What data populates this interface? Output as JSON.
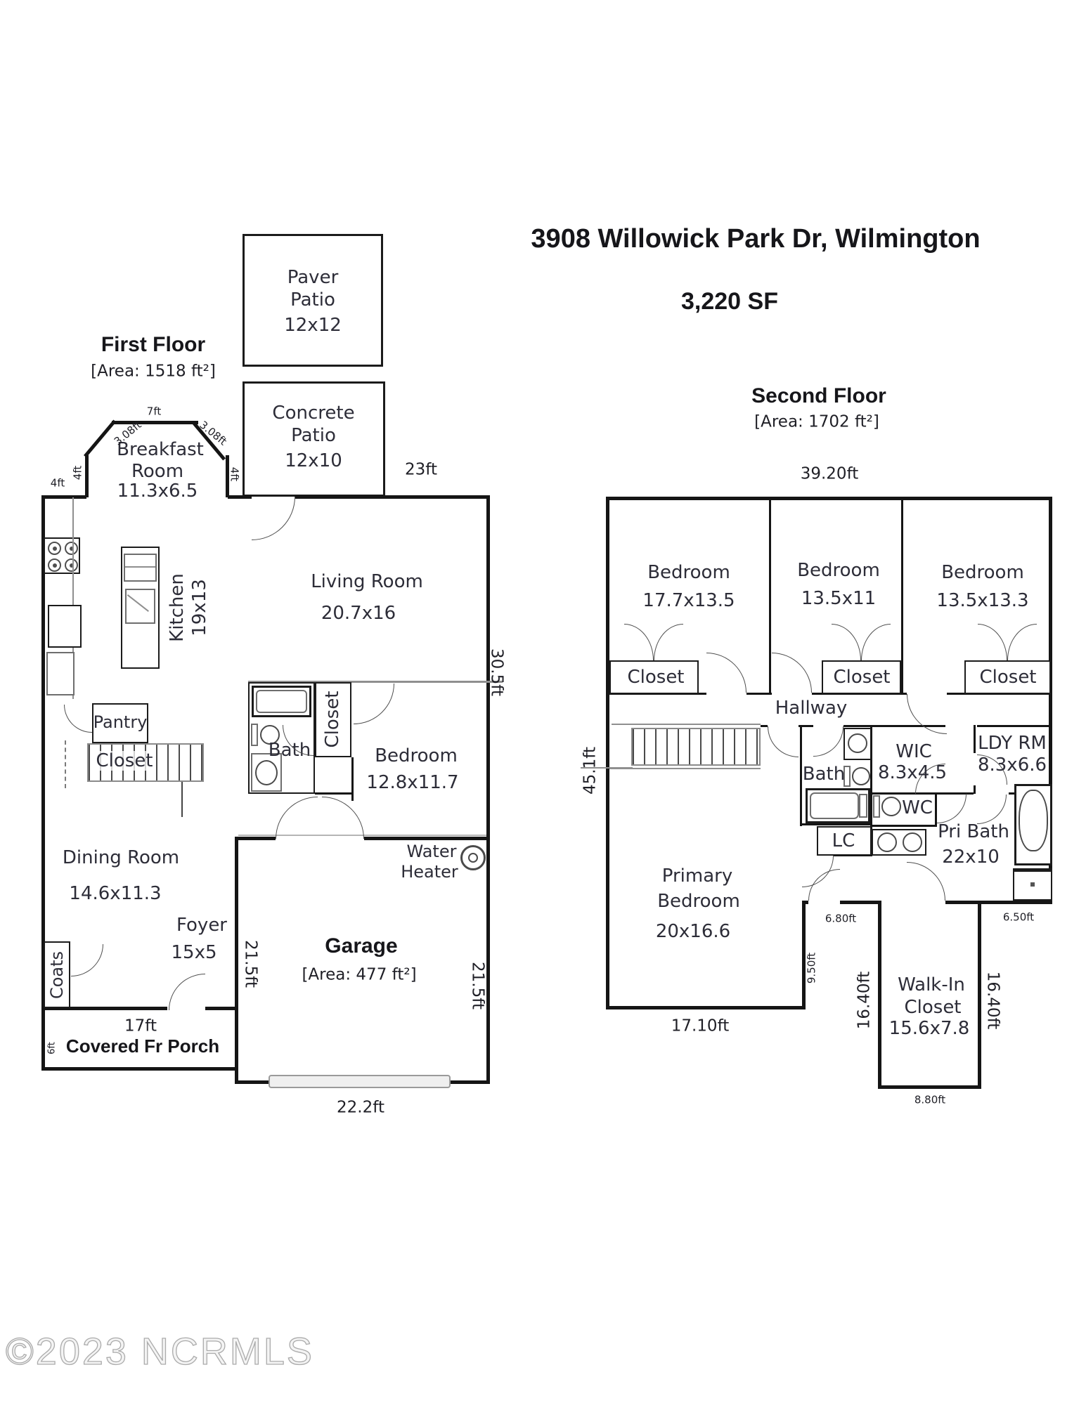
{
  "header": {
    "title": "3908 Willowick Park Dr, Wilmington",
    "sf": "3,220 SF"
  },
  "watermark": "©2023 NCRMLS",
  "first_floor": {
    "heading": "First Floor",
    "area": "[Area: 1518 ft²]",
    "paver_patio": {
      "l1": "Paver",
      "l2": "Patio",
      "dims": "12x12"
    },
    "concrete_patio": {
      "l1": "Concrete",
      "l2": "Patio",
      "dims": "12x10"
    },
    "breakfast": {
      "l1": "Breakfast",
      "l2": "Room",
      "dims": "11.3x6.5"
    },
    "kitchen": {
      "name": "Kitchen",
      "dims": "19x13"
    },
    "living": {
      "name": "Living Room",
      "dims": "20.7x16"
    },
    "bath": "Bath",
    "bath_closet": "Closet",
    "bedroom": {
      "name": "Bedroom",
      "dims": "12.8x11.7"
    },
    "pantry": "Pantry",
    "stair_closet": "Closet",
    "dining": {
      "name": "Dining Room",
      "dims": "14.6x11.3"
    },
    "foyer": {
      "name": "Foyer",
      "dims": "15x5"
    },
    "coats": "Coats",
    "water_heater": {
      "l1": "Water",
      "l2": "Heater"
    },
    "garage": {
      "name": "Garage",
      "area": "[Area: 477 ft²]"
    },
    "porch": {
      "name": "Covered Fr Porch"
    },
    "dims": {
      "bay_top": "7ft",
      "bay_diag_l": "3.08ft",
      "bay_diag_r": "3.08ft",
      "bay_v_l": "4ft",
      "bay_v_r": "4ft",
      "left_top": "4ft",
      "patio_right": "23ft",
      "right": "30.5ft",
      "garage_l": "21.5ft",
      "garage_r": "21.5ft",
      "garage_door": "22.2ft",
      "porch_top": "17ft",
      "porch_side": "6ft"
    }
  },
  "second_floor": {
    "heading": "Second Floor",
    "area": "[Area: 1702 ft²]",
    "bedroom1": {
      "name": "Bedroom",
      "dims": "17.7x13.5"
    },
    "bedroom2": {
      "name": "Bedroom",
      "dims": "13.5x11"
    },
    "bedroom3": {
      "name": "Bedroom",
      "dims": "13.5x13.3"
    },
    "closet1": "Closet",
    "closet2": "Closet",
    "closet3": "Closet",
    "hallway": "Hallway",
    "bath": "Bath",
    "wic": {
      "name": "WIC",
      "dims": "8.3x4.5"
    },
    "ldy": {
      "name": "LDY RM",
      "dims": "8.3x6.6"
    },
    "wc": "WC",
    "lc": "LC",
    "pri_bath": {
      "name": "Pri Bath",
      "dims": "22x10"
    },
    "primary": {
      "l1": "Primary",
      "l2": "Bedroom",
      "dims": "20x16.6"
    },
    "walk_in": {
      "l1": "Walk-In",
      "l2": "Closet",
      "dims": "15.6x7.8"
    },
    "dims": {
      "top": "39.20ft",
      "left": "45.1ft",
      "bottom": "17.10ft",
      "notch_w": "6.80ft",
      "notch_h": "9.50ft",
      "wic_l": "16.40ft",
      "wic_r": "16.40ft",
      "wic_b": "8.80ft",
      "right_seg": "6.50ft"
    }
  }
}
